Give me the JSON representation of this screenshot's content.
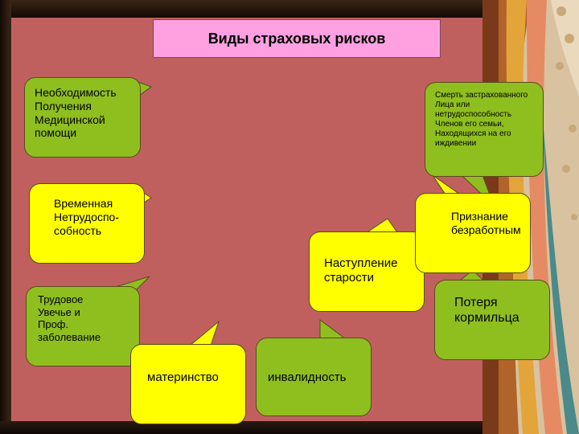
{
  "title": "Виды страховых рисков",
  "bubbles": {
    "medical": "Необходимость\nПолучения\nМедицинской\nпомощи",
    "temporary": "Временная\nНетрудоспо-\nсобность",
    "injury": "Трудовое\nУвечье и\nПроф.\nзаболевание",
    "maternity": "материнство",
    "disability": "инвалидность",
    "old_age": "Наступление\nстарости",
    "unemployed": "Признание\nбезработным",
    "death": "Смерть застрахованного\nЛица или\nнетрудоспособность\nЧленов его семьи,\nНаходящихся на его\nиждивении",
    "breadwinner": "Потеря\nкормильца"
  },
  "colors": {
    "panel": "#c0605e",
    "title_fill": "#ffa0e0",
    "green": "#8fbf1f",
    "yellow": "#ffff00"
  }
}
